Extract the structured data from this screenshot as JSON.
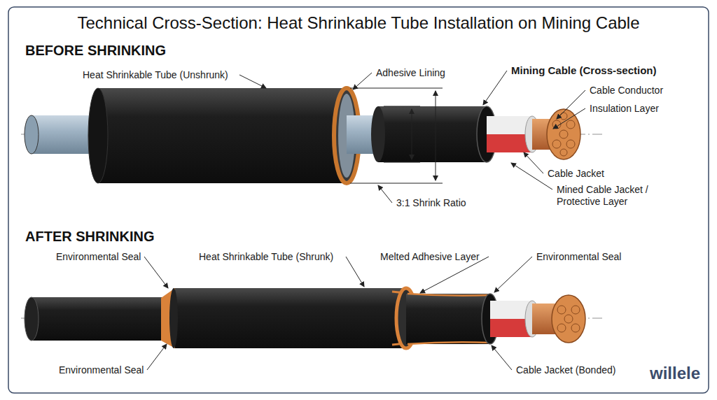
{
  "diagram": {
    "title": "Technical Cross-Section: Heat Shrinkable Tube Installation on Mining Cable",
    "labels": [
      "BEFORE SHRINKING",
      "Heat Shrinkable Tube (Unshrunk)",
      "Adhesive Lining",
      "Mining Cable (Cross-section)",
      "Cable Conductor",
      "Insulation Layer",
      "3:1 Shrink Ratio",
      "Cable Jacket",
      "Mined Cable Jacket / Protective Layer",
      "AFTER SHRINKING",
      "Environmental Seal",
      "Heat Shrinkable Tube (Shrunk)",
      "Melted Adhesive Layer",
      "Environmental Seal",
      "Environmental Seal",
      "Cable Jacket (Bonded)",
      "willele"
    ]
  }
}
